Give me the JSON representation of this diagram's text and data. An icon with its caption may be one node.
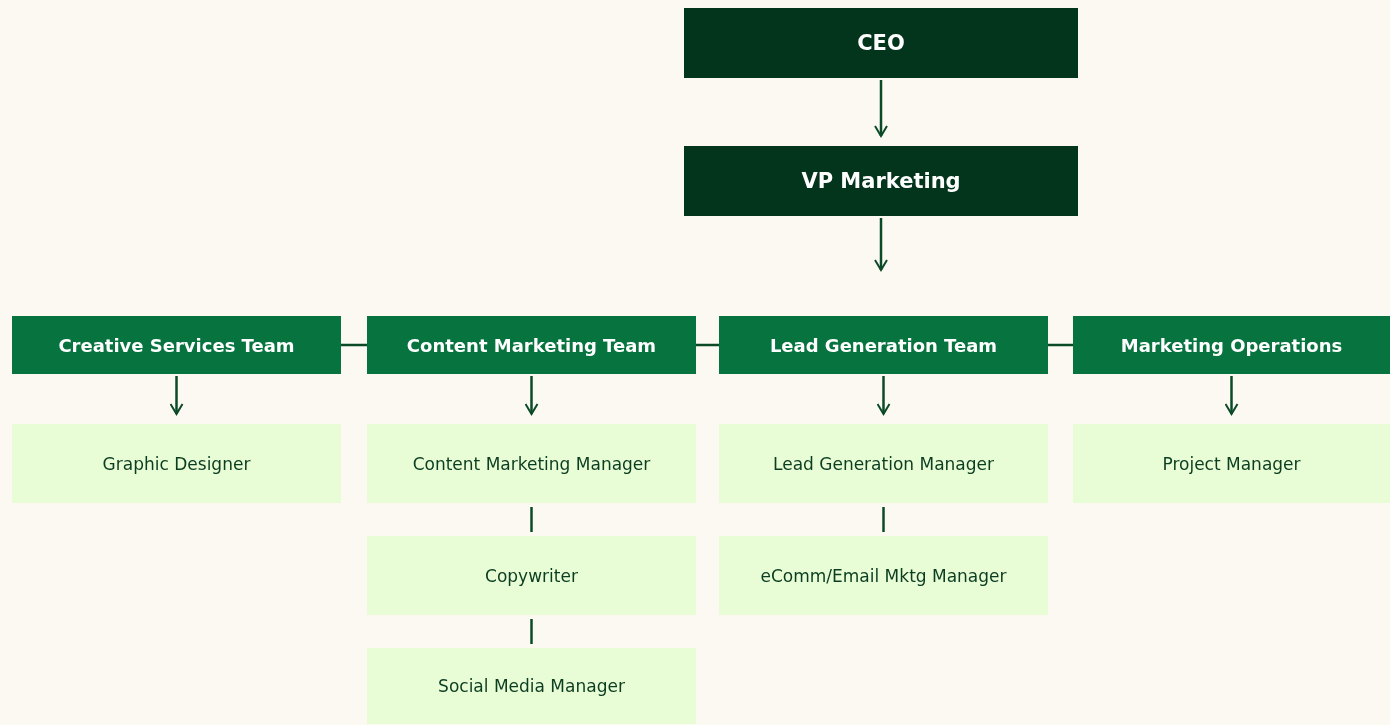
{
  "diagram": {
    "nodes": [
      {
        "text": [
          "CEO"
        ]
      },
      {
        "text": [
          "VP Marketing"
        ]
      },
      {
        "text": [
          "Creative Services Team"
        ]
      },
      {
        "text": [
          "Content Marketing Team"
        ]
      },
      {
        "text": [
          "Lead Generation Team"
        ]
      },
      {
        "text": [
          "Marketing Operations"
        ]
      },
      {
        "text": [
          "Graphic Designer"
        ]
      },
      {
        "text": [
          "Content Marketing Manager"
        ]
      },
      {
        "text": [
          "Copywriter"
        ]
      },
      {
        "text": [
          "Social Media Manager"
        ]
      },
      {
        "text": [
          "Lead Generation Manager"
        ]
      },
      {
        "text": [
          "eComm/Email Mktg Manager"
        ]
      },
      {
        "text": [
          "Project Manager"
        ]
      }
    ],
    "edges": [
      {
        "from": 0,
        "to": 1,
        "arrow": "to"
      },
      {
        "from": 1,
        "to": null,
        "arrow": "to"
      },
      {
        "from": 2,
        "to": 3,
        "arrow": "none"
      },
      {
        "from": 3,
        "to": 4,
        "arrow": "none"
      },
      {
        "from": 4,
        "to": 5,
        "arrow": "none"
      },
      {
        "from": 2,
        "to": 6,
        "arrow": "to"
      },
      {
        "from": 3,
        "to": 7,
        "arrow": "to"
      },
      {
        "from": 4,
        "to": 10,
        "arrow": "to"
      },
      {
        "from": 5,
        "to": 12,
        "arrow": "to"
      },
      {
        "from": 7,
        "to": 8,
        "arrow": "none"
      },
      {
        "from": 8,
        "to": 9,
        "arrow": "none"
      },
      {
        "from": 10,
        "to": 11,
        "arrow": "none"
      }
    ]
  }
}
